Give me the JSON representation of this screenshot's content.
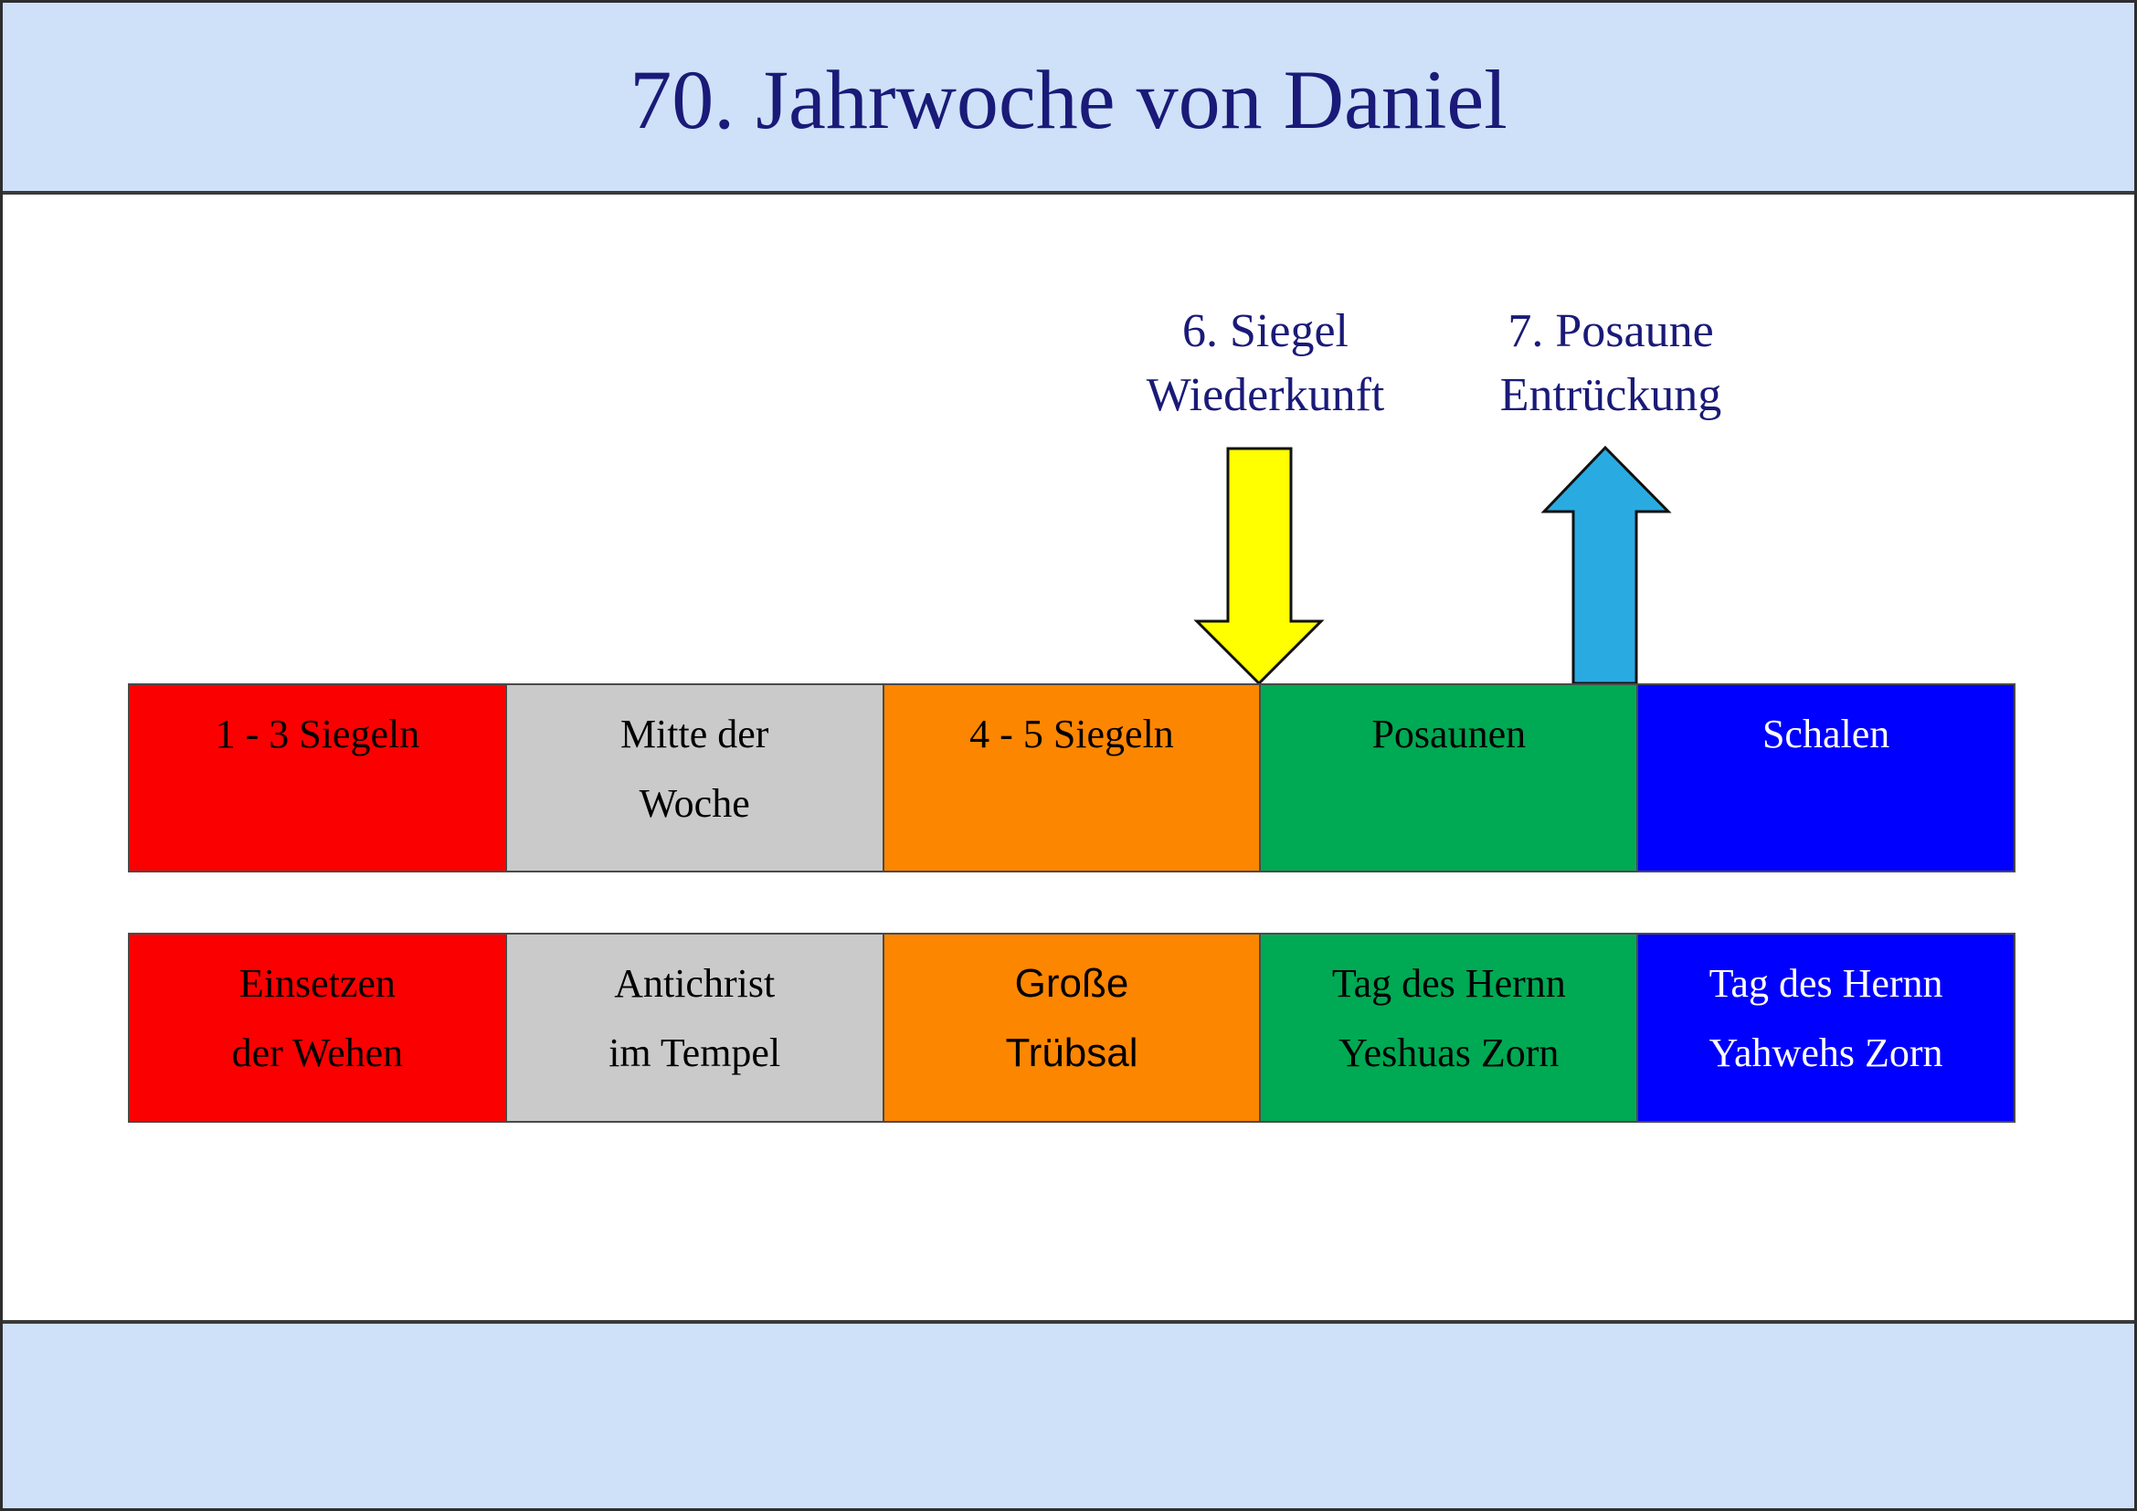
{
  "header": {
    "title": "70. Jahrwoche von Daniel"
  },
  "annotations": {
    "sixth_seal": {
      "line1": "6. Siegel",
      "line2": "Wiederkunft"
    },
    "seventh_trumpet": {
      "line1": "7. Posaune",
      "line2": "Entrückung"
    }
  },
  "arrows": {
    "sixth_seal_arrow": {
      "name": "down-arrow",
      "color": "#ffff00"
    },
    "seventh_trumpet_arrow": {
      "name": "up-arrow",
      "color": "#29abe2"
    }
  },
  "top_bar": {
    "segments": [
      {
        "line1": "1 - 3 Siegeln",
        "line2": "",
        "color": "#fb0000",
        "text_color": "#000000"
      },
      {
        "line1": "Mitte der",
        "line2": "Woche",
        "color": "#cacaca",
        "text_color": "#000000"
      },
      {
        "line1": "4 - 5 Siegeln",
        "line2": "",
        "color": "#fc8600",
        "text_color": "#000000"
      },
      {
        "line1": "Posaunen",
        "line2": "",
        "color": "#00a953",
        "text_color": "#000000"
      },
      {
        "line1": "Schalen",
        "line2": "",
        "color": "#0000fe",
        "text_color": "#ffffff"
      }
    ]
  },
  "bottom_bar": {
    "segments": [
      {
        "line1": "Einsetzen",
        "line2": "der Wehen",
        "color": "#fb0000",
        "text_color": "#000000"
      },
      {
        "line1": "Antichrist",
        "line2": "im Tempel",
        "color": "#cacaca",
        "text_color": "#000000"
      },
      {
        "line1": "Große",
        "line2": "Trübsal",
        "color": "#fc8600",
        "text_color": "#000000"
      },
      {
        "line1": "Tag des Hernn",
        "line2": "Yeshuas Zorn",
        "color": "#00a953",
        "text_color": "#000000"
      },
      {
        "line1": "Tag des Hernn",
        "line2": "Yahwehs Zorn",
        "color": "#0000fe",
        "text_color": "#ffffff"
      }
    ]
  },
  "colors": {
    "band_background": "#cee1f8",
    "title_text": "#1a1a78",
    "segment_red": "#fb0000",
    "segment_gray": "#cacaca",
    "segment_orange": "#fc8600",
    "segment_green": "#00a953",
    "segment_blue": "#0000fe",
    "arrow_yellow": "#ffff00",
    "arrow_cyan": "#29abe2",
    "outline": "#4a4a4a"
  }
}
